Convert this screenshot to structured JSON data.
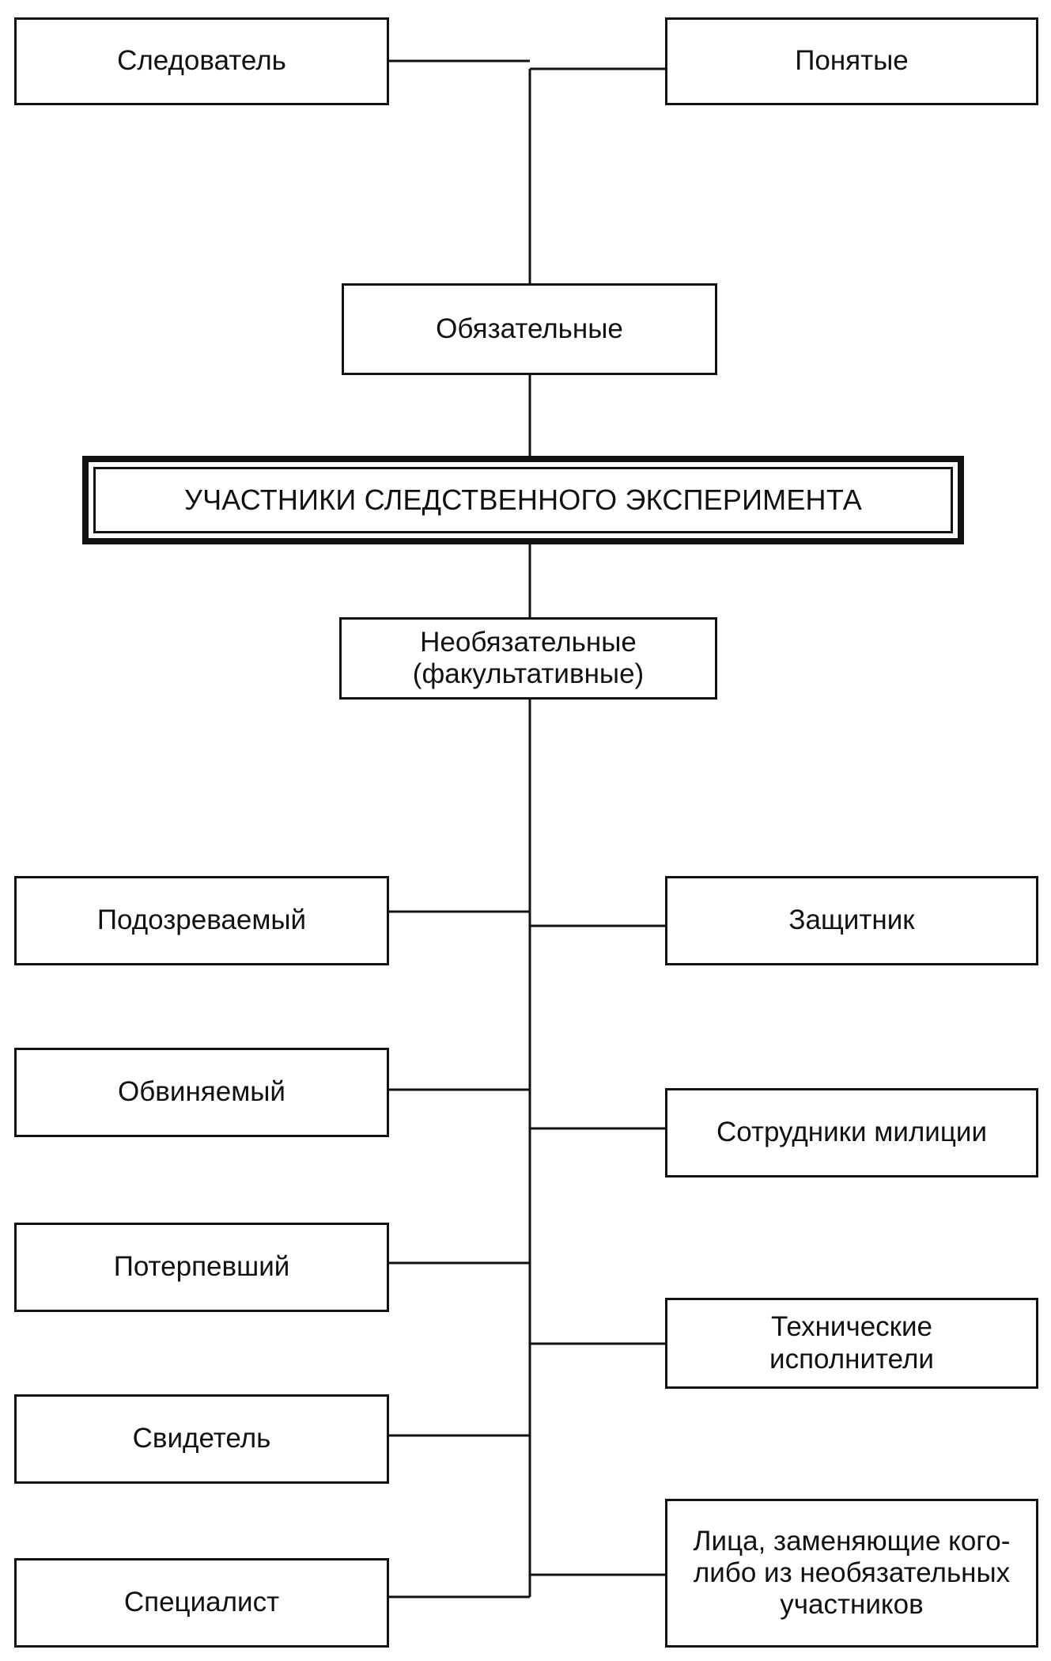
{
  "title": "УЧАСТНИКИ СЛЕДСТВЕННОГО ЭКСПЕРИМЕНТА",
  "categories": {
    "mandatory": "Обязательные",
    "optional": "Необязательные\n(факультативные)"
  },
  "mandatory_participants": [
    "Следователь",
    "Понятые"
  ],
  "optional_left": [
    "Подозреваемый",
    "Обвиняемый",
    "Потерпевший",
    "Свидетель",
    "Специалист"
  ],
  "optional_right": [
    "Защитник",
    "Сотрудники милиции",
    "Технические\nисполнители",
    "Лица, заменяющие кого-\nлибо из необязательных\nучастников"
  ]
}
